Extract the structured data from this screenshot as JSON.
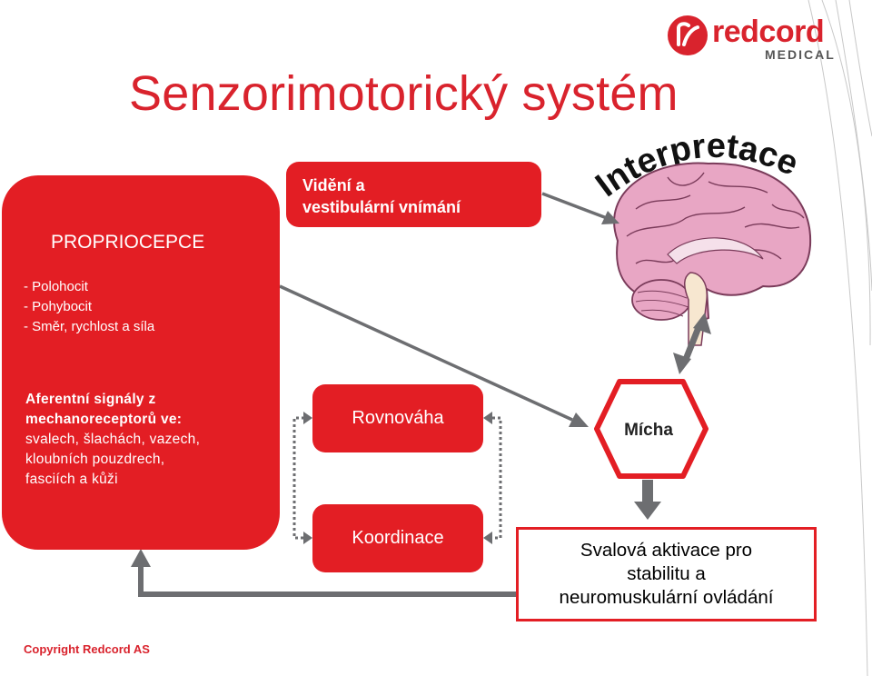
{
  "title": "Senzorimotorický systém",
  "logo": {
    "word": "redcord",
    "sub": "MEDICAL"
  },
  "interpretace": "Interpretace",
  "proprioception": {
    "title": "PROPRIOCEPCE",
    "items": [
      "- Polohocit",
      "- Pohybocit",
      "- Směr, rychlost a síla"
    ],
    "afferent_heading": [
      "Aferentní signály z",
      "mechanoreceptorů ve:"
    ],
    "afferent_body": [
      "svalech, šlachách, vazech,",
      "kloubních pouzdrech,",
      "fasciích a kůži"
    ]
  },
  "vision_box": [
    "Vidění a",
    "vestibulární vnímání"
  ],
  "balance": "Rovnováha",
  "coordination": "Koordinace",
  "spinal_cord": "Mícha",
  "muscle_activation": [
    "Svalová aktivace pro",
    "stabilitu a",
    "neuromuskulární ovládání"
  ],
  "copyright": "Copyright Redcord AS",
  "colors": {
    "brand_red": "#e31e24",
    "arrow_gray": "#6d6e71",
    "brain_pink": "#e8a6c4"
  }
}
